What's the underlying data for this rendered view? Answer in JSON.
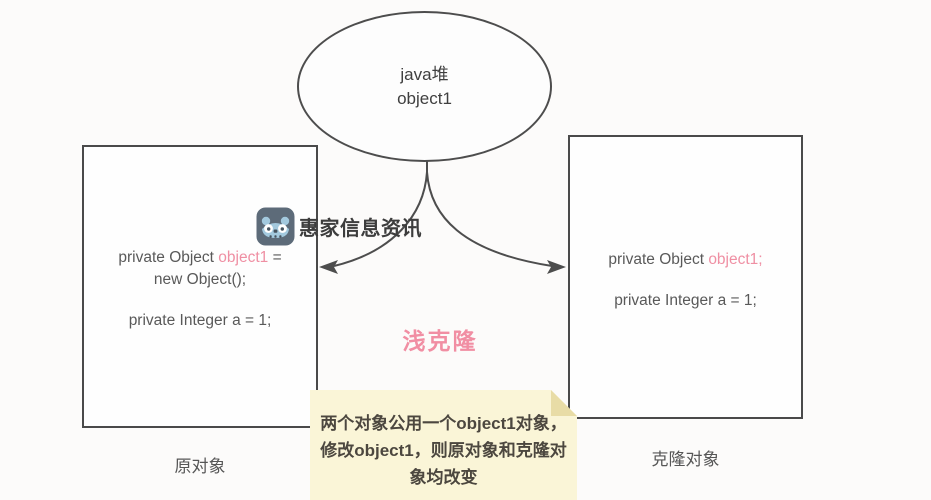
{
  "heap": {
    "line1": "java堆",
    "line2": "object1"
  },
  "original_box": {
    "code_line1_prefix": "private Object ",
    "code_line1_var": "object1",
    "code_line1_suffix": " =",
    "code_line2": "new Object();",
    "code_line3": "private Integer a = 1;",
    "label": "原对象"
  },
  "clone_box": {
    "code_line1_prefix": "private Object ",
    "code_line1_var": "object1;",
    "code_line2": "private Integer a = 1;",
    "label": "克隆对象"
  },
  "center_label": "浅克隆",
  "note": {
    "line1": "两个对象公用一个object1对象，",
    "line2": "修改object1，则原对象和克隆对",
    "line3": "象均改变"
  },
  "watermark": {
    "text": "惠家信息资讯",
    "icon": "robot-icon"
  },
  "colors": {
    "stroke": "#4d4d4d",
    "code_text": "#595959",
    "accent_pink": "#ef8fa3",
    "note_bg": "#faf5d7",
    "note_fold": "#e8dca6",
    "note_text": "#4c473f",
    "watermark_icon_bg": "#5d6b79",
    "watermark_icon_face": "#a3c9de"
  }
}
